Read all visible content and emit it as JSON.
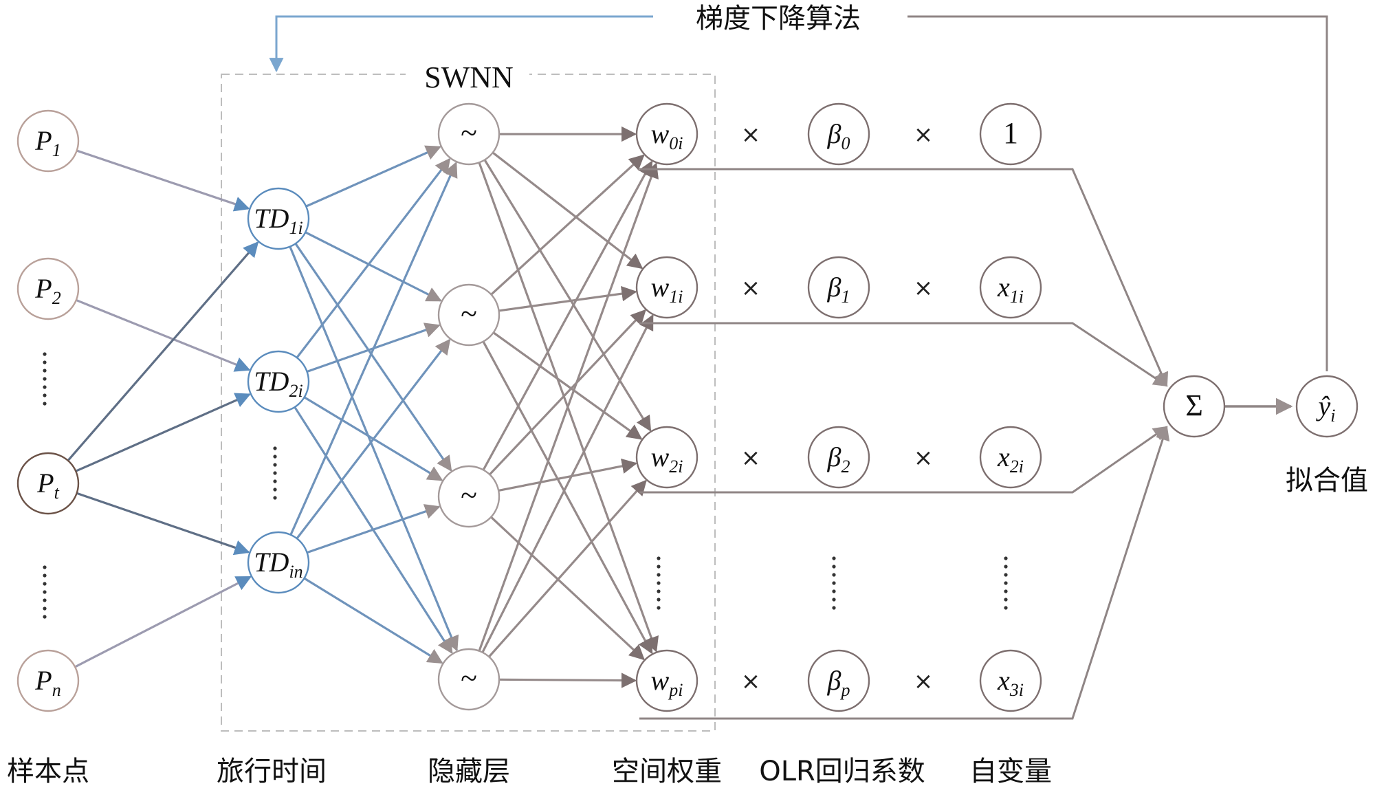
{
  "top_feedback_label": "梯度下降算法",
  "model_box_label": "SWNN",
  "sample_points": [
    {
      "base": "P",
      "sub": "1"
    },
    {
      "base": "P",
      "sub": "2"
    },
    {
      "base": "P",
      "sub": "t"
    },
    {
      "base": "P",
      "sub": "n"
    }
  ],
  "travel_time_nodes": [
    {
      "base": "TD",
      "sub": "1i"
    },
    {
      "base": "TD",
      "sub": "2i"
    },
    {
      "base": "TD",
      "sub": "in"
    }
  ],
  "hidden_node_symbol": "~",
  "weight_nodes": [
    {
      "base": "w",
      "sub": "0i"
    },
    {
      "base": "w",
      "sub": "1i"
    },
    {
      "base": "w",
      "sub": "2i"
    },
    {
      "base": "w",
      "sub": "pi"
    }
  ],
  "multiply_symbol": "×",
  "beta_nodes": [
    {
      "base": "β",
      "sub": "0"
    },
    {
      "base": "β",
      "sub": "1"
    },
    {
      "base": "β",
      "sub": "2"
    },
    {
      "base": "β",
      "sub": "p"
    }
  ],
  "variable_nodes": [
    {
      "text": "1"
    },
    {
      "base": "x",
      "sub": "1i"
    },
    {
      "base": "x",
      "sub": "2i"
    },
    {
      "base": "x",
      "sub": "3i"
    }
  ],
  "sum_symbol": "Σ",
  "output_node": {
    "base": "ŷ",
    "sub": "i"
  },
  "output_caption": "拟合值",
  "column_captions": {
    "samples": "样本点",
    "travel_time": "旅行时间",
    "hidden": "隐藏层",
    "weights": "空间权重",
    "olr": "OLR回归系数",
    "variables": "自变量"
  },
  "colors": {
    "sample_stroke": "#b9a19a",
    "sample_t_stroke": "#6b5247",
    "td_stroke": "#5b8cbd",
    "hidden_stroke": "#a49a9a",
    "weight_stroke": "#7d6f6f",
    "feedback_start": "#7aa6cf",
    "feedback_end": "#8f8585",
    "box_dash": "#bdbdbd"
  }
}
